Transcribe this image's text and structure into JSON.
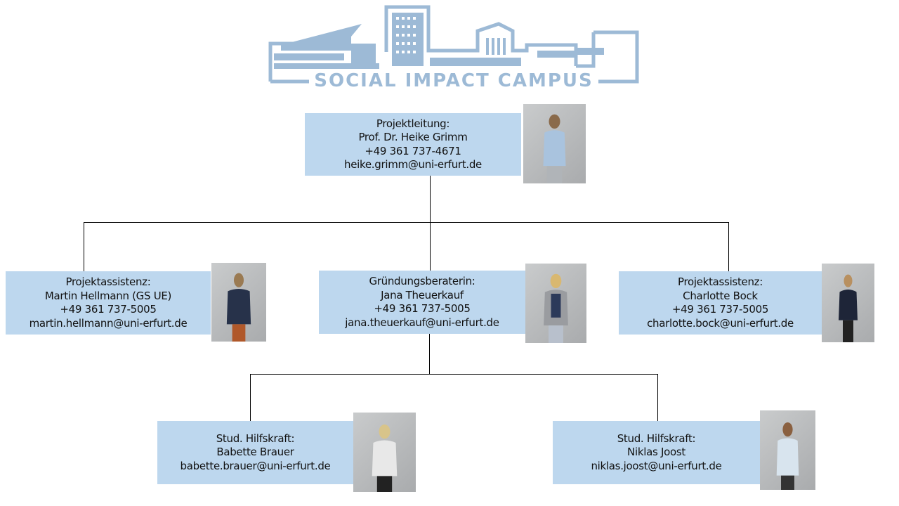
{
  "logo": {
    "text": "SOCIAL IMPACT CAMPUS",
    "color": "#9dbad6"
  },
  "colors": {
    "box": "#bdd7ee",
    "line": "#000000"
  },
  "people": {
    "lead": {
      "role": "Projektleitung:",
      "name": "Prof. Dr. Heike Grimm",
      "phone": "+49 361 737-4671",
      "email": "heike.grimm@uni-erfurt.de"
    },
    "assist1": {
      "role": "Projektassistenz:",
      "name": "Martin Hellmann (GS UE)",
      "phone": "+49 361 737-5005",
      "email": "martin.hellmann@uni-erfurt.de"
    },
    "advisor": {
      "role": "Gründungsberaterin:",
      "name": "Jana Theuerkauf",
      "phone": "+49 361 737-5005",
      "email": "jana.theuerkauf@uni-erfurt.de"
    },
    "assist2": {
      "role": "Projektassistenz:",
      "name": "Charlotte Bock",
      "phone": "+49 361 737-5005",
      "email": "charlotte.bock@uni-erfurt.de"
    },
    "student1": {
      "role": "Stud. Hilfskraft:",
      "name": "Babette Brauer",
      "email": "babette.brauer@uni-erfurt.de"
    },
    "student2": {
      "role": "Stud. Hilfskraft:",
      "name": "Niklas Joost",
      "email": "niklas.joost@uni-erfurt.de"
    }
  }
}
